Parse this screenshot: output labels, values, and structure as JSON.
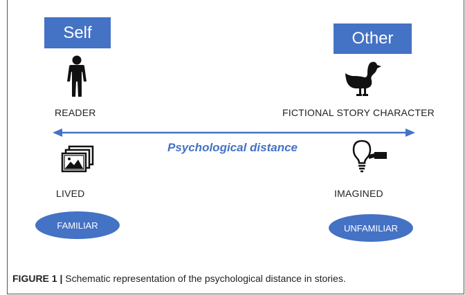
{
  "self": {
    "label": "Self",
    "name": "READER",
    "source": "LIVED",
    "familiarity": "FAMILIAR"
  },
  "other": {
    "label": "Other",
    "name": "FICTIONAL STORY CHARACTER",
    "source": "IMAGINED",
    "familiarity": "UNFAMILIAR"
  },
  "axis_label": "Psychological distance",
  "caption": {
    "title": "FIGURE 1 |",
    "text": " Schematic representation of the psychological distance in stories."
  },
  "colors": {
    "accent": "#4472c4",
    "text": "#222222"
  },
  "icons": [
    "person-icon",
    "duck-icon",
    "photos-icon",
    "lightbulb-icon"
  ]
}
